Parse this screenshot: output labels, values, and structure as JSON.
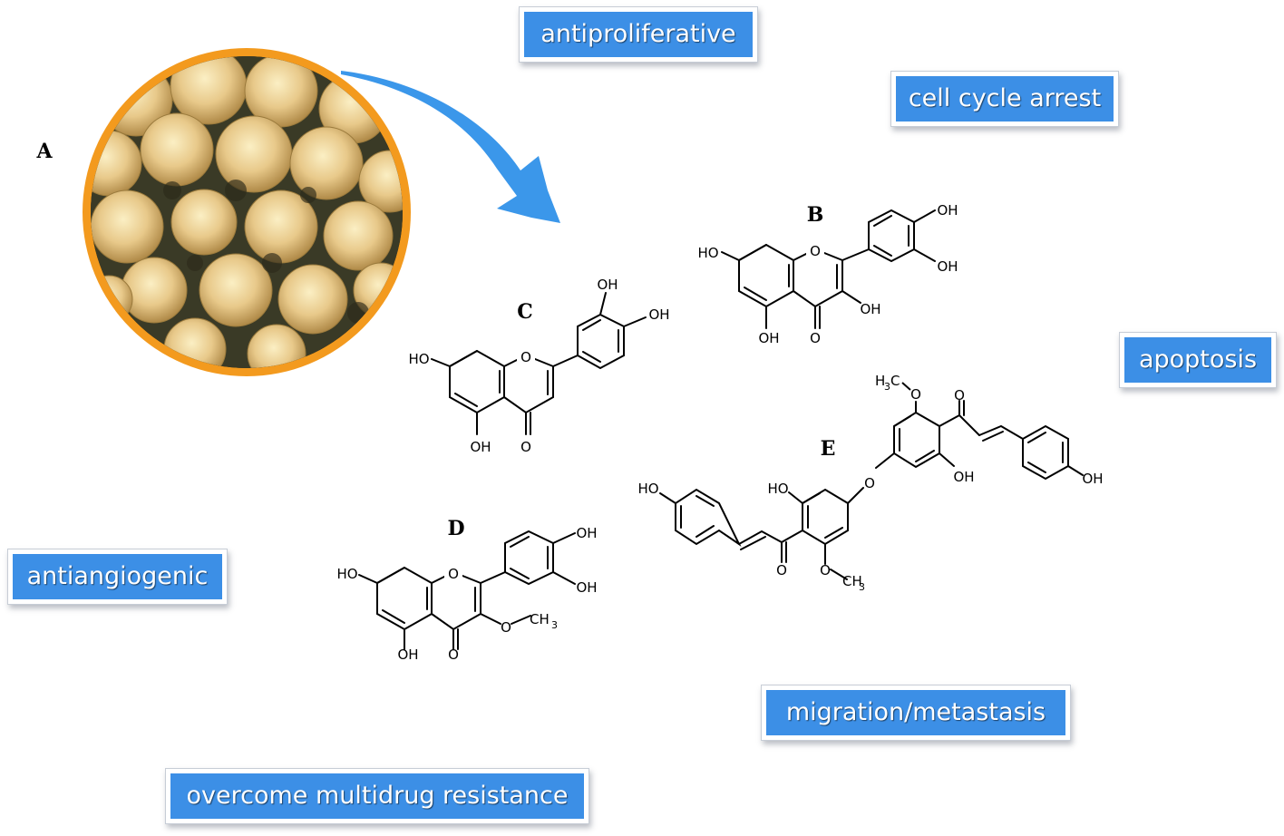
{
  "panel_labels": {
    "a": "A",
    "b": "B",
    "c": "C",
    "d": "D",
    "e": "E"
  },
  "activities": {
    "antiproliferative": "antiproliferative",
    "cell_cycle_arrest": "cell cycle arrest",
    "apoptosis": "apoptosis",
    "antiangiogenic": "antiangiogenic",
    "migration_metastasis": "migration/metastasis",
    "overcome_multidrug_resistance": "overcome multidrug resistance"
  },
  "atoms": {
    "oh": "OH",
    "ho": "HO",
    "o": "O",
    "ch3": "CH",
    "h3c_h": "H",
    "h3c_c": "C",
    "sub3": "3"
  },
  "colors": {
    "tag_fill": "#3c8fe6",
    "arrow": "#3b97ea",
    "photo_ring": "#f39a1e"
  },
  "icons": {
    "photo": "chrysanthemum-flowers-photo",
    "arrow": "curved-arrow-icon"
  }
}
